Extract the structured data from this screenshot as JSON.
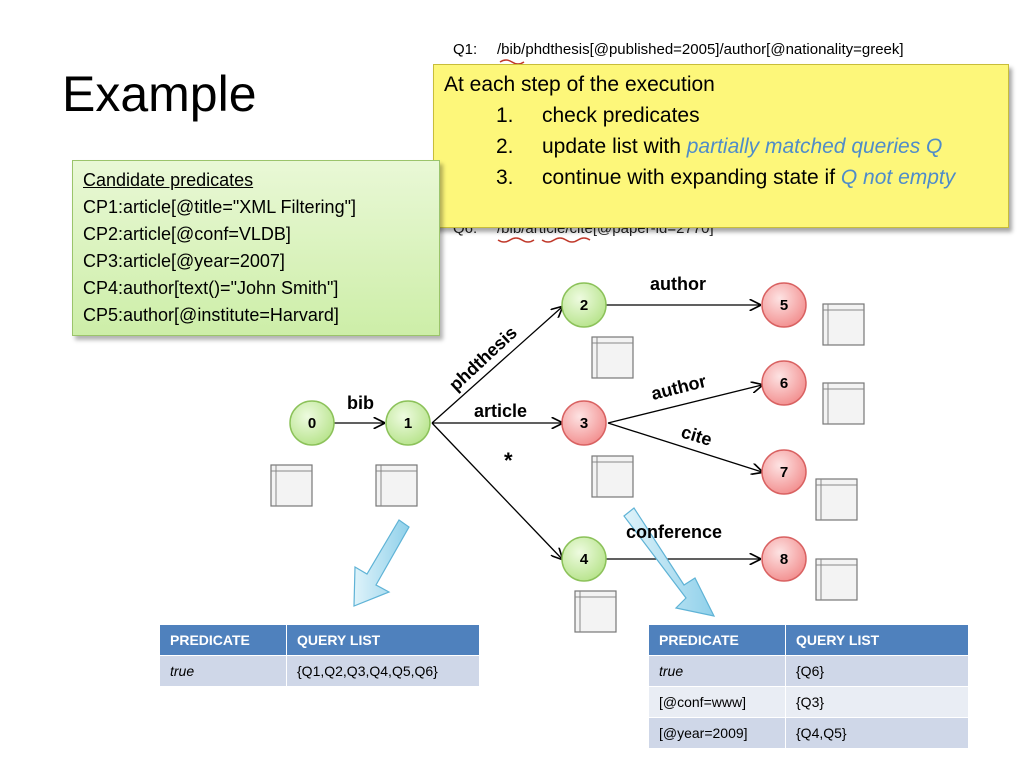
{
  "slide": {
    "title": "Example",
    "q1_label": "Q1:",
    "q1_path": "/bib/phdthesis[@published=2005]/author[@nationality=greek]",
    "q6_label": "Q6:",
    "q6_path_part1": "/bib/",
    "q6_path_part2": "article/cite",
    "q6_path_part3": "[@paper-id=2770]"
  },
  "callout": {
    "heading": "At each step of the execution",
    "steps": [
      {
        "num": "1.",
        "text": "check predicates",
        "accent": ""
      },
      {
        "num": "2.",
        "text": "update list with ",
        "accent": "partially matched queries Q"
      },
      {
        "num": "3.",
        "text": "continue with expanding state if ",
        "accent": "Q not empty"
      }
    ]
  },
  "candidates": {
    "header": "Candidate predicates",
    "items": [
      "CP1:article[@title=\"XML Filtering\"]",
      "CP2:article[@conf=VLDB]",
      "CP3:article[@year=2007]",
      "CP4:author[text()=\"John Smith\"]",
      "CP5:author[@institute=Harvard]"
    ]
  },
  "graph": {
    "nodes": [
      {
        "id": "0",
        "color": "green"
      },
      {
        "id": "1",
        "color": "green"
      },
      {
        "id": "2",
        "color": "green"
      },
      {
        "id": "3",
        "color": "red"
      },
      {
        "id": "4",
        "color": "green"
      },
      {
        "id": "5",
        "color": "red"
      },
      {
        "id": "6",
        "color": "red"
      },
      {
        "id": "7",
        "color": "red"
      },
      {
        "id": "8",
        "color": "red"
      }
    ],
    "edge_labels": {
      "bib": "bib",
      "phdthesis": "phdthesis",
      "article": "article",
      "star": "*",
      "author_2_5": "author",
      "author_3_6": "author",
      "cite": "cite",
      "conference": "conference"
    },
    "colors": {
      "green_fill": "#c6ec9c",
      "green_stroke": "#8cc25a",
      "red_fill": "#f7a6a6",
      "red_stroke": "#d96262",
      "arrow_fill": "#a8dcef"
    }
  },
  "table_left": {
    "headers": [
      "PREDICATE",
      "QUERY LIST"
    ],
    "rows": [
      [
        "true",
        "{Q1,Q2,Q3,Q4,Q5,Q6}"
      ]
    ]
  },
  "table_right": {
    "headers": [
      "PREDICATE",
      "QUERY LIST"
    ],
    "rows": [
      [
        "true",
        "{Q6}"
      ],
      [
        "[@conf=www]",
        "{Q3}"
      ],
      [
        "[@year=2009]",
        "{Q4,Q5}"
      ]
    ]
  }
}
